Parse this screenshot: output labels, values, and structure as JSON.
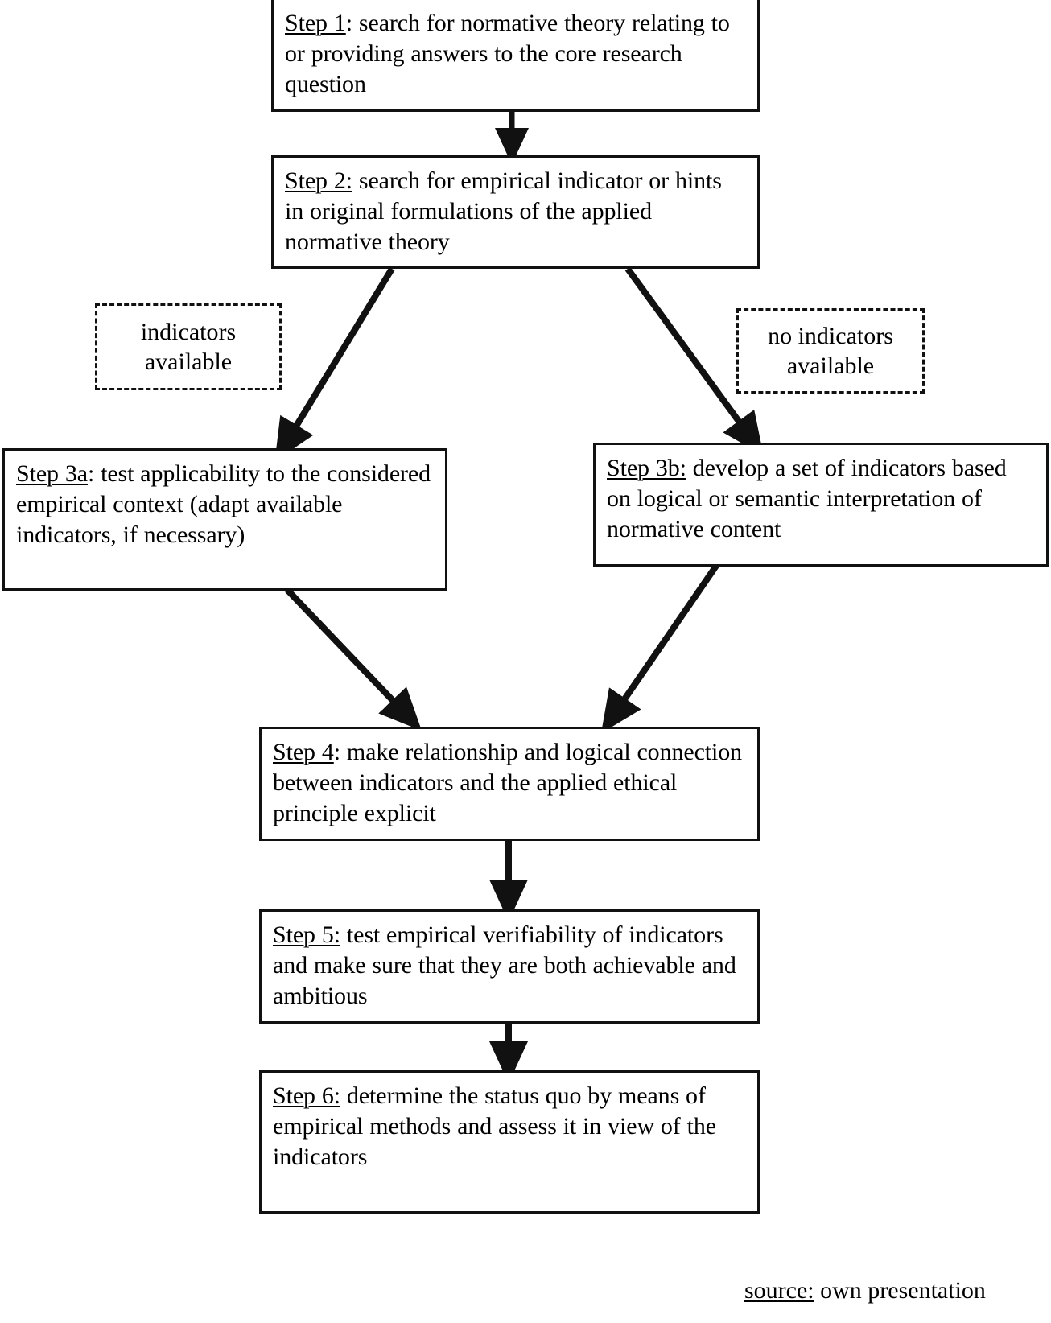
{
  "diagram": {
    "type": "flowchart",
    "title": "",
    "orientation": "top-to-bottom",
    "nodes": [
      {
        "id": "step1",
        "shape": "rectangle",
        "border": "solid",
        "lead": "Step 1",
        "lead_suffix": ":",
        "text": " search for normative theory relating to or providing answers to the core research question",
        "full_text": "Step 1: search for normative theory relating to or providing answers to the core research question"
      },
      {
        "id": "step2",
        "shape": "rectangle",
        "border": "solid",
        "lead": "Step 2:",
        "lead_suffix": "",
        "text": " search for empirical indicator or hints in original formulations of the applied normative theory",
        "full_text": "Step 2: search for empirical indicator or hints in original formulations of the applied normative theory"
      },
      {
        "id": "cond_left",
        "shape": "rectangle",
        "border": "dashed",
        "line1": "indicators",
        "line2": "available",
        "full_text": "indicators available"
      },
      {
        "id": "cond_right",
        "shape": "rectangle",
        "border": "dashed",
        "line1": "no indicators",
        "line2": "available",
        "full_text": "no indicators available"
      },
      {
        "id": "step3a",
        "shape": "rectangle",
        "border": "solid",
        "lead": "Step 3a",
        "lead_suffix": ":",
        "text": " test applicability to the considered empirical context (adapt available indicators, if necessary)",
        "full_text": "Step 3a: test applicability to the considered empirical context (adapt available indicators, if necessary)"
      },
      {
        "id": "step3b",
        "shape": "rectangle",
        "border": "solid",
        "lead": "Step 3b:",
        "lead_suffix": "",
        "text": " develop a set of indicators based on logical or semantic interpretation of normative content",
        "full_text": "Step 3b: develop a set of indicators based on logical or semantic interpretation of normative content"
      },
      {
        "id": "step4",
        "shape": "rectangle",
        "border": "solid",
        "lead": "Step 4",
        "lead_suffix": ":",
        "text": " make relationship and logical connection between indicators and the applied ethical principle explicit",
        "full_text": "Step 4: make relationship and logical connection between indicators and the applied ethical principle explicit"
      },
      {
        "id": "step5",
        "shape": "rectangle",
        "border": "solid",
        "lead": "Step 5:",
        "lead_suffix": "",
        "text": " test empirical verifiability of indicators and make sure that they are both achievable and ambitious",
        "full_text": "Step 5: test empirical verifiability of indicators and make sure that they are both achievable and ambitious"
      },
      {
        "id": "step6",
        "shape": "rectangle",
        "border": "solid",
        "lead": "Step 6:",
        "lead_suffix": "",
        "text": " determine the status quo by means of empirical methods and assess it in view of the indicators",
        "full_text": "Step 6: determine the status quo by means of empirical methods and assess it in view of the indicators"
      }
    ],
    "edges": [
      {
        "from": "step1",
        "to": "step2",
        "style": "straight-down-arrow"
      },
      {
        "from": "step2",
        "to": "step3a",
        "style": "diagonal-down-left-arrow",
        "label": "indicators available"
      },
      {
        "from": "step2",
        "to": "step3b",
        "style": "diagonal-down-right-arrow",
        "label": "no indicators available"
      },
      {
        "from": "step3a",
        "to": "step4",
        "style": "diagonal-down-right-arrow"
      },
      {
        "from": "step3b",
        "to": "step4",
        "style": "diagonal-down-left-arrow"
      },
      {
        "from": "step4",
        "to": "step5",
        "style": "straight-down-arrow"
      },
      {
        "from": "step5",
        "to": "step6",
        "style": "straight-down-arrow"
      }
    ],
    "colors": {
      "stroke": "#111111",
      "background": "#ffffff",
      "text": "#000000"
    }
  },
  "step1": {
    "lead": "Step 1",
    "colon": ":",
    "rest": " search for normative theory relating to or providing answers to the core research question"
  },
  "step2": {
    "lead": "Step 2:",
    "colon": "",
    "rest": " search for empirical indicator or hints in original formulations of the applied normative theory"
  },
  "cond_left": {
    "line1": "indicators",
    "line2": "available"
  },
  "cond_right": {
    "line1": "no indicators",
    "line2": "available"
  },
  "step3a": {
    "lead": "Step 3a",
    "colon": ":",
    "rest": " test applicability to the considered empirical context (adapt available indicators, if necessary)"
  },
  "step3b": {
    "lead": "Step 3b:",
    "colon": "",
    "rest": " develop a set of indicators based on logical or semantic interpretation of normative content"
  },
  "step4": {
    "lead": "Step 4",
    "colon": ":",
    "rest": " make relationship and logical connection between indicators and the applied ethical principle explicit"
  },
  "step5": {
    "lead": "Step 5:",
    "colon": "",
    "rest": " test empirical verifiability of indicators and make sure that they are both achievable and ambitious"
  },
  "step6": {
    "lead": "Step 6:",
    "colon": "",
    "rest": " determine the status quo by means of empirical methods and assess it in view of the indicators"
  },
  "footer": {
    "lead": "source:",
    "rest": " own presentation"
  }
}
